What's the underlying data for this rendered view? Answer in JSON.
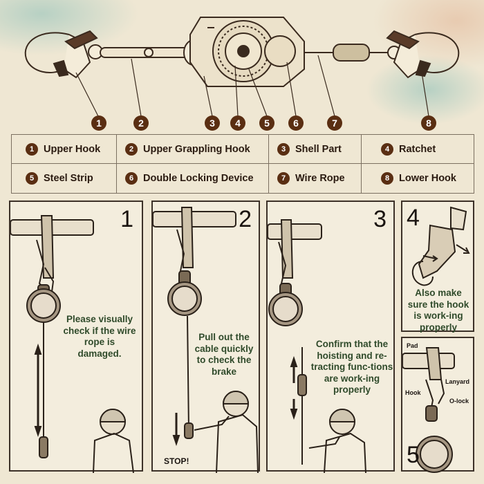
{
  "numbers": [
    "1",
    "2",
    "3",
    "4",
    "5",
    "6",
    "7",
    "8"
  ],
  "legend": [
    {
      "n": "1",
      "label": "Upper Hook"
    },
    {
      "n": "2",
      "label": "Upper Grappling Hook"
    },
    {
      "n": "3",
      "label": "Shell Part"
    },
    {
      "n": "4",
      "label": "Ratchet"
    },
    {
      "n": "5",
      "label": "Steel Strip"
    },
    {
      "n": "6",
      "label": "Double Locking Device"
    },
    {
      "n": "7",
      "label": "Wire Rope"
    },
    {
      "n": "8",
      "label": "Lower Hook"
    }
  ],
  "panels": {
    "p1": {
      "num": "1",
      "text": "Please visually check if the wire rope is damaged."
    },
    "p2": {
      "num": "2",
      "text": "Pull out the cable quickly to check the brake",
      "stop": "STOP!"
    },
    "p3": {
      "num": "3",
      "text": "Confirm that the hoisting and re-tracting func-tions are work-ing properly"
    },
    "p4": {
      "num": "4",
      "text": "Also make sure the hook is work-ing properly"
    },
    "p5": {
      "num": "5",
      "pad": "Pad",
      "lanyard": "Lanyard",
      "hook": "Hook",
      "olock": "O-lock"
    }
  }
}
